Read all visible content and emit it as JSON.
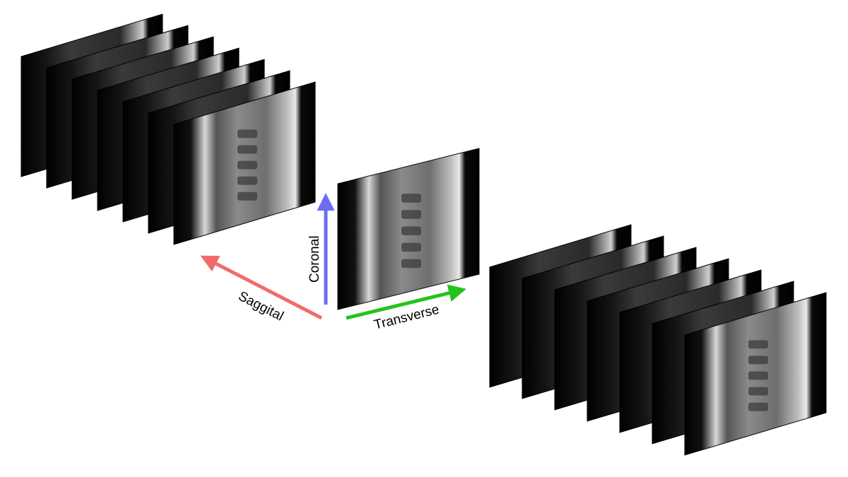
{
  "axes": {
    "saggital": {
      "label": "Saggital",
      "color": "#f26b6b"
    },
    "coronal": {
      "label": "Coronal",
      "color": "#6c6cf2"
    },
    "transverse": {
      "label": "Transverse",
      "color": "#22c41a"
    }
  },
  "stacks": {
    "left_slice_count": 7,
    "right_slice_count": 7
  },
  "center_slice_count": 1,
  "image_subject": "sagittal lumbar spine MRI slices",
  "slice_colors": {
    "background": "#050505",
    "tissue": "#9a9a9a",
    "bright": "#e6e6e6"
  }
}
